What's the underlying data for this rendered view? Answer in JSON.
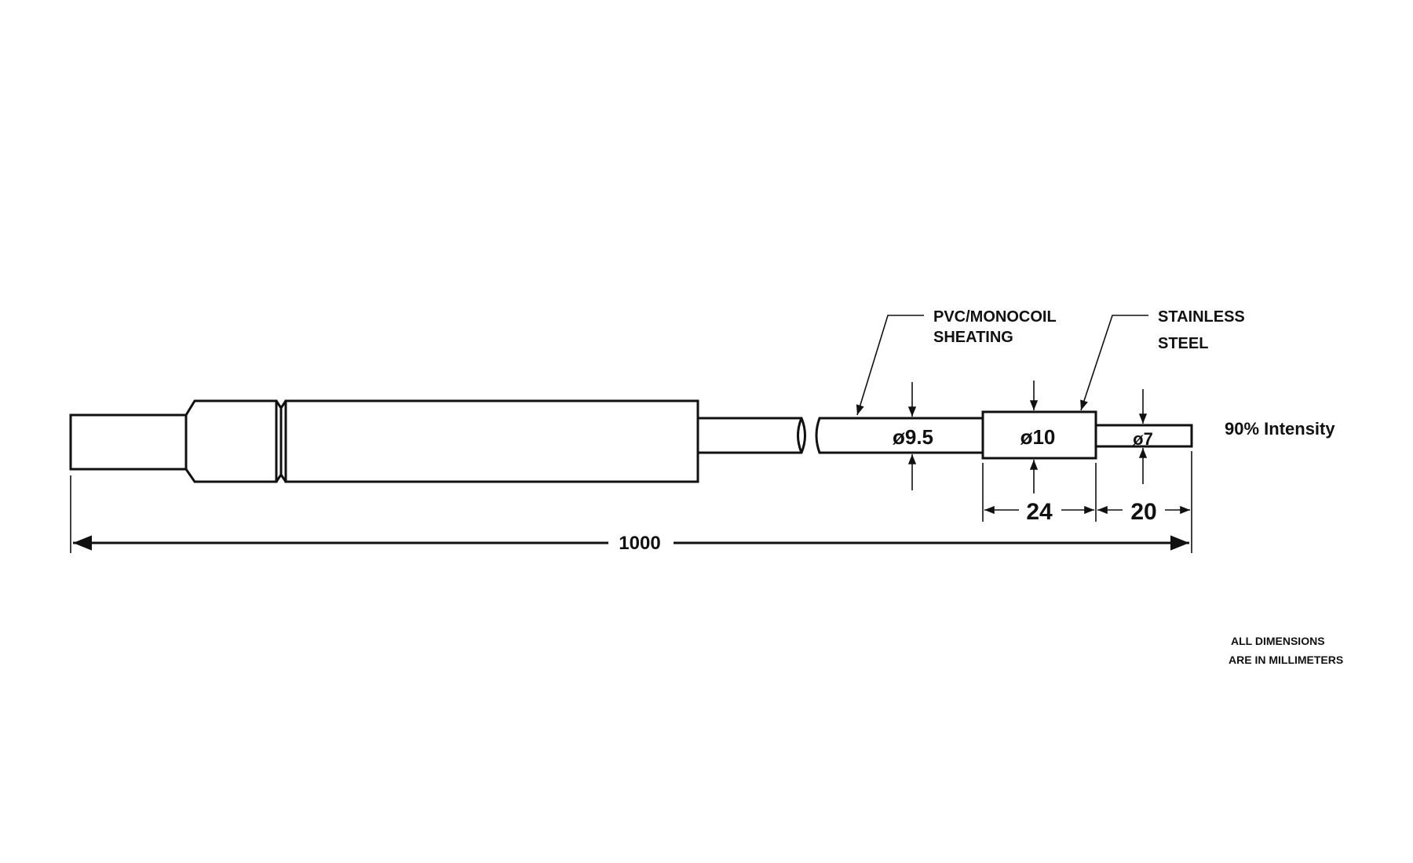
{
  "labels": {
    "sheathing_line1": "PVC/MONOCOIL",
    "sheathing_line2": "SHEATING",
    "steel_line1": "STAINLESS",
    "steel_line2": "STEEL",
    "intensity": "90% Intensity",
    "note_line1": "ALL DIMENSIONS",
    "note_line2": "ARE IN MILLIMETERS"
  },
  "dimensions": {
    "sheath_diameter": "ø9.5",
    "steel_diameter": "ø10",
    "tip_diameter": "ø7",
    "steel_length": "24",
    "tip_length": "20",
    "total_length": "1000"
  }
}
